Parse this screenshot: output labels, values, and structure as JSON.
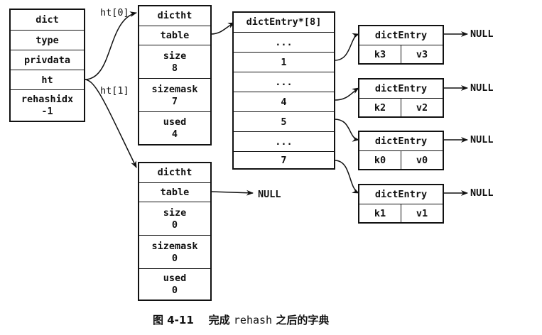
{
  "dict": {
    "fields": [
      "dict",
      "type",
      "privdata",
      "ht"
    ],
    "rehashidx": {
      "name": "rehashidx",
      "value": "-1"
    }
  },
  "pointers": {
    "ht0": "ht[0]",
    "ht1": "ht[1]"
  },
  "ht0": {
    "title": "dictht",
    "table": "table",
    "size": {
      "name": "size",
      "value": "8"
    },
    "sizemask": {
      "name": "sizemask",
      "value": "7"
    },
    "used": {
      "name": "used",
      "value": "4"
    }
  },
  "ht1": {
    "title": "dictht",
    "table": "table",
    "table_target": "NULL",
    "size": {
      "name": "size",
      "value": "0"
    },
    "sizemask": {
      "name": "sizemask",
      "value": "0"
    },
    "used": {
      "name": "used",
      "value": "0"
    }
  },
  "bucket_array": {
    "title": "dictEntry*[8]",
    "slots": [
      "...",
      "1",
      "...",
      "4",
      "5",
      "...",
      "7"
    ]
  },
  "entries": [
    {
      "title": "dictEntry",
      "key": "k3",
      "value": "v3",
      "next": "NULL",
      "slot": "1"
    },
    {
      "title": "dictEntry",
      "key": "k2",
      "value": "v2",
      "next": "NULL",
      "slot": "4"
    },
    {
      "title": "dictEntry",
      "key": "k0",
      "value": "v0",
      "next": "NULL",
      "slot": "5"
    },
    {
      "title": "dictEntry",
      "key": "k1",
      "value": "v1",
      "next": "NULL",
      "slot": "7"
    }
  ],
  "caption": {
    "figure": "图 4-11",
    "prefix": "完成",
    "code": "rehash",
    "suffix": "之后的字典"
  }
}
